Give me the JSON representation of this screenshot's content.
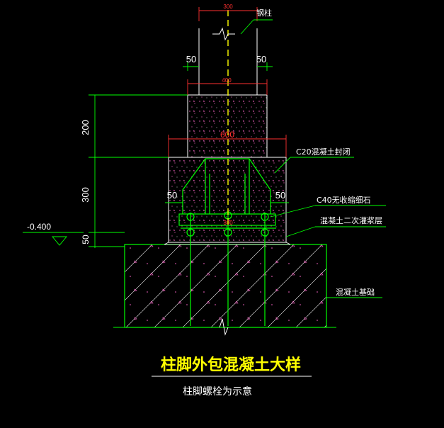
{
  "labels": {
    "steel_column": "钢柱",
    "c20_seal": "C20混凝土封闭",
    "c40_line1": "C40无收缩细石",
    "c40_line2": "混凝土二次灌浆层",
    "foundation": "混凝土基础",
    "elevation": "-0.400"
  },
  "dimensions": {
    "col_width": "300",
    "left_gap": "50",
    "right_gap": "50",
    "upper_width": "400",
    "lower_width": "600",
    "h_200": "200",
    "h_300": "300",
    "h_50": "50",
    "side_left": "50",
    "side_right": "50",
    "base_plate": "300"
  },
  "title": "柱脚外包混凝土大样",
  "subtitle": "柱脚螺栓为示意",
  "colors": {
    "green": "#00ff00",
    "yellow": "#ffff00",
    "red": "#ff3030",
    "white": "#ffffff",
    "magenta": "#ff66cc"
  }
}
